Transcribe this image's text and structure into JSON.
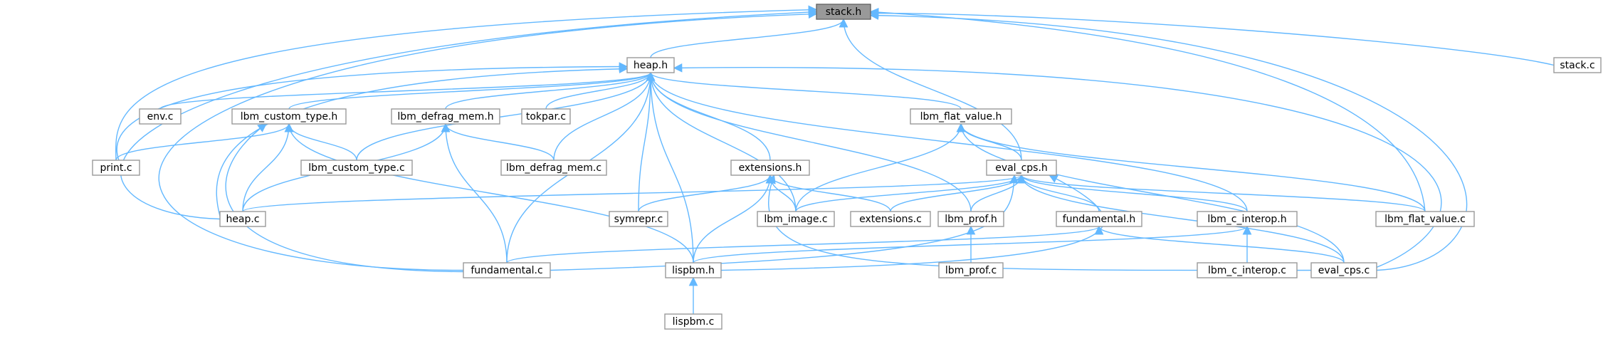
{
  "graph": {
    "edge_color": "#63b8ff",
    "root": "stack.h",
    "nodes": [
      {
        "id": "stack.h",
        "label": "stack.h",
        "root": true
      },
      {
        "id": "heap.h",
        "label": "heap.h"
      },
      {
        "id": "stack.c",
        "label": "stack.c"
      },
      {
        "id": "env.c",
        "label": "env.c"
      },
      {
        "id": "lbm_custom_type.h",
        "label": "lbm_custom_type.h"
      },
      {
        "id": "lbm_defrag_mem.h",
        "label": "lbm_defrag_mem.h"
      },
      {
        "id": "tokpar.c",
        "label": "tokpar.c"
      },
      {
        "id": "lbm_flat_value.h",
        "label": "lbm_flat_value.h"
      },
      {
        "id": "print.c",
        "label": "print.c"
      },
      {
        "id": "lbm_custom_type.c",
        "label": "lbm_custom_type.c"
      },
      {
        "id": "lbm_defrag_mem.c",
        "label": "lbm_defrag_mem.c"
      },
      {
        "id": "extensions.h",
        "label": "extensions.h"
      },
      {
        "id": "eval_cps.h",
        "label": "eval_cps.h"
      },
      {
        "id": "heap.c",
        "label": "heap.c"
      },
      {
        "id": "symrepr.c",
        "label": "symrepr.c"
      },
      {
        "id": "lbm_image.c",
        "label": "lbm_image.c"
      },
      {
        "id": "extensions.c",
        "label": "extensions.c"
      },
      {
        "id": "lbm_prof.h",
        "label": "lbm_prof.h"
      },
      {
        "id": "fundamental.h",
        "label": "fundamental.h"
      },
      {
        "id": "lbm_c_interop.h",
        "label": "lbm_c_interop.h"
      },
      {
        "id": "lbm_flat_value.c",
        "label": "lbm_flat_value.c"
      },
      {
        "id": "fundamental.c",
        "label": "fundamental.c"
      },
      {
        "id": "lispbm.h",
        "label": "lispbm.h"
      },
      {
        "id": "lbm_prof.c",
        "label": "lbm_prof.c"
      },
      {
        "id": "lbm_c_interop.c",
        "label": "lbm_c_interop.c"
      },
      {
        "id": "eval_cps.c",
        "label": "eval_cps.c"
      },
      {
        "id": "lispbm.c",
        "label": "lispbm.c"
      }
    ],
    "edges": [
      [
        "heap.h",
        "stack.h"
      ],
      [
        "stack.c",
        "stack.h"
      ],
      [
        "print.c",
        "stack.h"
      ],
      [
        "heap.c",
        "stack.h"
      ],
      [
        "fundamental.c",
        "stack.h"
      ],
      [
        "eval_cps.h",
        "stack.h"
      ],
      [
        "lbm_flat_value.c",
        "stack.h"
      ],
      [
        "eval_cps.c",
        "stack.h"
      ],
      [
        "env.c",
        "heap.h"
      ],
      [
        "lbm_custom_type.h",
        "heap.h"
      ],
      [
        "lbm_defrag_mem.h",
        "heap.h"
      ],
      [
        "tokpar.c",
        "heap.h"
      ],
      [
        "lbm_flat_value.h",
        "heap.h"
      ],
      [
        "print.c",
        "heap.h"
      ],
      [
        "lbm_custom_type.c",
        "heap.h"
      ],
      [
        "lbm_defrag_mem.c",
        "heap.h"
      ],
      [
        "extensions.h",
        "heap.h"
      ],
      [
        "heap.c",
        "heap.h"
      ],
      [
        "symrepr.c",
        "heap.h"
      ],
      [
        "lbm_image.c",
        "heap.h"
      ],
      [
        "lbm_prof.h",
        "heap.h"
      ],
      [
        "lbm_c_interop.h",
        "heap.h"
      ],
      [
        "fundamental.c",
        "heap.h"
      ],
      [
        "lispbm.h",
        "heap.h"
      ],
      [
        "eval_cps.c",
        "heap.h"
      ],
      [
        "print.c",
        "lbm_custom_type.h"
      ],
      [
        "lbm_custom_type.c",
        "lbm_custom_type.h"
      ],
      [
        "heap.c",
        "lbm_custom_type.h"
      ],
      [
        "fundamental.c",
        "lbm_custom_type.h"
      ],
      [
        "lispbm.h",
        "lbm_custom_type.h"
      ],
      [
        "lbm_defrag_mem.c",
        "lbm_defrag_mem.h"
      ],
      [
        "heap.c",
        "lbm_defrag_mem.h"
      ],
      [
        "fundamental.c",
        "lbm_defrag_mem.h"
      ],
      [
        "eval_cps.h",
        "lbm_flat_value.h"
      ],
      [
        "lbm_image.c",
        "lbm_flat_value.h"
      ],
      [
        "lbm_flat_value.c",
        "lbm_flat_value.h"
      ],
      [
        "eval_cps.c",
        "lbm_flat_value.h"
      ],
      [
        "symrepr.c",
        "extensions.h"
      ],
      [
        "lbm_image.c",
        "extensions.h"
      ],
      [
        "extensions.c",
        "extensions.h"
      ],
      [
        "lispbm.h",
        "extensions.h"
      ],
      [
        "eval_cps.c",
        "extensions.h"
      ],
      [
        "heap.c",
        "eval_cps.h"
      ],
      [
        "lbm_image.c",
        "eval_cps.h"
      ],
      [
        "extensions.c",
        "eval_cps.h"
      ],
      [
        "lbm_prof.h",
        "eval_cps.h"
      ],
      [
        "fundamental.h",
        "eval_cps.h"
      ],
      [
        "lbm_c_interop.h",
        "eval_cps.h"
      ],
      [
        "lbm_flat_value.c",
        "eval_cps.h"
      ],
      [
        "fundamental.c",
        "eval_cps.h"
      ],
      [
        "lispbm.h",
        "eval_cps.h"
      ],
      [
        "eval_cps.c",
        "eval_cps.h"
      ],
      [
        "lbm_prof.c",
        "lbm_prof.h"
      ],
      [
        "fundamental.c",
        "fundamental.h"
      ],
      [
        "eval_cps.c",
        "fundamental.h"
      ],
      [
        "lbm_c_interop.c",
        "lbm_c_interop.h"
      ],
      [
        "lispbm.h",
        "lbm_c_interop.h"
      ],
      [
        "lispbm.c",
        "lispbm.h"
      ]
    ]
  }
}
